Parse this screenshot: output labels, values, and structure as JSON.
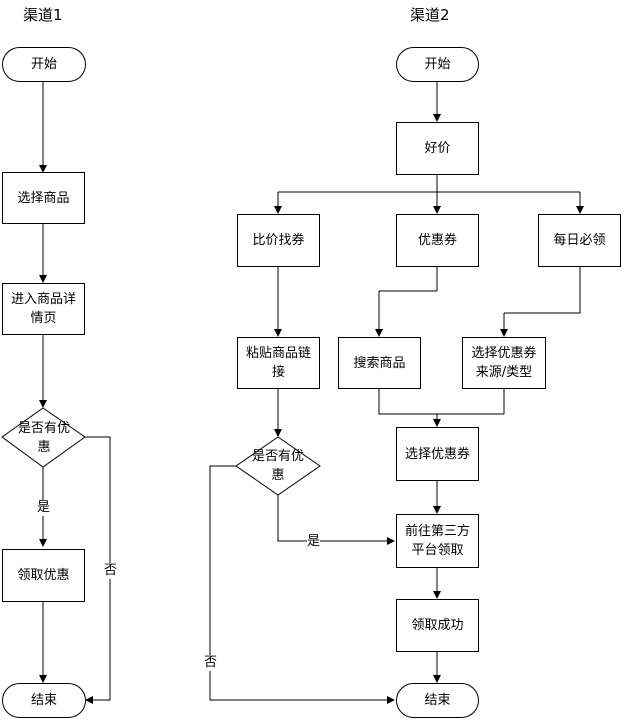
{
  "lanes": [
    {
      "title": "渠道1"
    },
    {
      "title": "渠道2"
    }
  ],
  "lane1": {
    "start": "开始",
    "select_product": "选择商品",
    "product_detail": "进入商品详情页",
    "has_discount": "是否有优惠",
    "claim_discount": "领取优惠",
    "end": "结束",
    "yes": "是",
    "no": "否"
  },
  "lane2": {
    "start": "开始",
    "haojia": "好价",
    "compare_coupons": "比价找券",
    "coupons": "优惠券",
    "daily_claim": "每日必领",
    "paste_link": "粘贴商品链接",
    "search_product": "搜索商品",
    "choose_source": "选择优惠券来源/类型",
    "choose_coupon": "选择优惠券",
    "has_discount": "是否有优惠",
    "go_third_party": "前往第三方平台领取",
    "claim_success": "领取成功",
    "end": "结束",
    "yes": "是",
    "no": "否"
  }
}
